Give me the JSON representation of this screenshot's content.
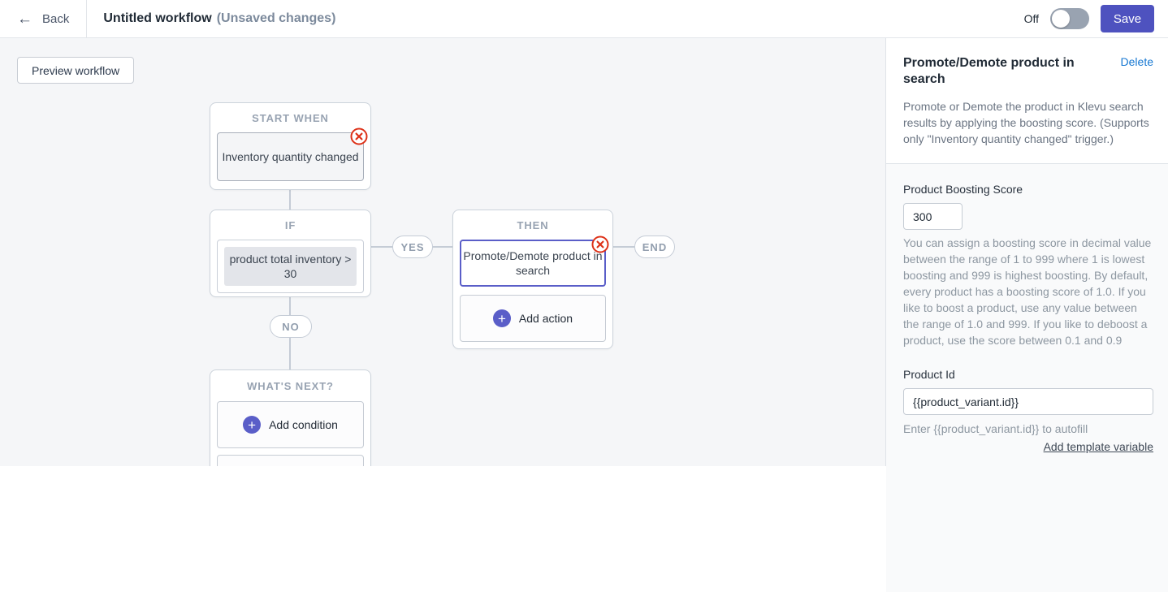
{
  "header": {
    "back_label": "Back",
    "title": "Untitled workflow",
    "subtitle": "(Unsaved changes)",
    "toggle_label": "Off",
    "toggle_state": "off",
    "save_label": "Save"
  },
  "canvas": {
    "preview_button": "Preview workflow",
    "nodes": {
      "start_when": {
        "header": "START WHEN",
        "trigger": "Inventory quantity changed"
      },
      "if": {
        "header": "IF",
        "condition": "product total inventory > 30"
      },
      "then": {
        "header": "THEN",
        "action": "Promote/Demote product in search",
        "add_action": "Add action"
      },
      "whats_next": {
        "header": "WHAT'S NEXT?",
        "add_condition": "Add condition"
      },
      "yes_label": "YES",
      "no_label": "NO",
      "end_label": "END"
    }
  },
  "panel": {
    "title": "Promote/Demote product in search",
    "delete_label": "Delete",
    "description": "Promote or Demote the product in Klevu search results by applying the boosting score. (Supports only \"Inventory quantity changed\" trigger.)",
    "boosting": {
      "label": "Product Boosting Score",
      "value": "300",
      "help": "You can assign a boosting score in decimal value between the range of 1 to 999 where 1 is lowest boosting and 999 is highest boosting. By default, every product has a boosting score of 1.0. If you like to boost a product, use any value between the range of 1.0 and 999. If you like to deboost a product, use the score between 0.1 and 0.9"
    },
    "product_id": {
      "label": "Product Id",
      "value": "{{product_variant.id}}",
      "help": "Enter {{product_variant.id}} to autofill",
      "add_variable_label": "Add template variable"
    }
  },
  "colors": {
    "accent": "#4e52bf",
    "selected_border": "#5a5ec8",
    "danger": "#dd3118",
    "link": "#1778d2",
    "canvas_bg": "#f5f6f8"
  }
}
